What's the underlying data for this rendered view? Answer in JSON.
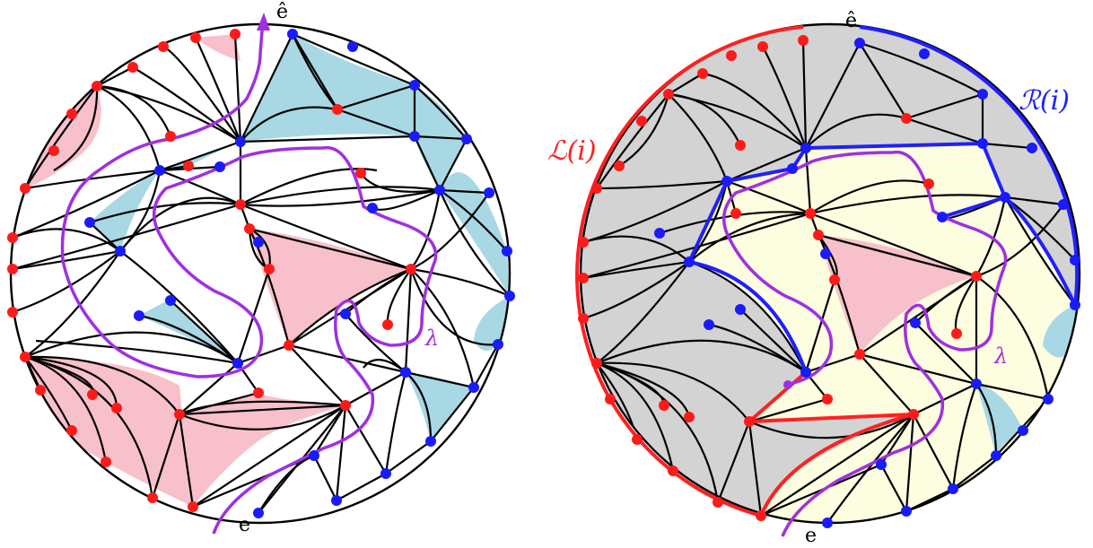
{
  "left_panel": {
    "top_label": "ê",
    "bottom_label": "e",
    "curve_label": "λ"
  },
  "right_panel": {
    "top_label": "ê",
    "bottom_label": "e",
    "curve_label": "λ",
    "left_boundary_label": "ℒ(i)",
    "right_boundary_label": "ℛ(i)"
  },
  "colors": {
    "red_vertex": "#ff1a1a",
    "blue_vertex": "#1a1aff",
    "pink_face": "#f8c0cb",
    "blue_face": "#a8d8e4",
    "gray_region": "#d3d3d3",
    "yellow_region": "#fdfde0",
    "curve": "#a030e0",
    "left_boundary": "#ff2020",
    "right_boundary": "#2020ff",
    "edge": "#000000"
  }
}
